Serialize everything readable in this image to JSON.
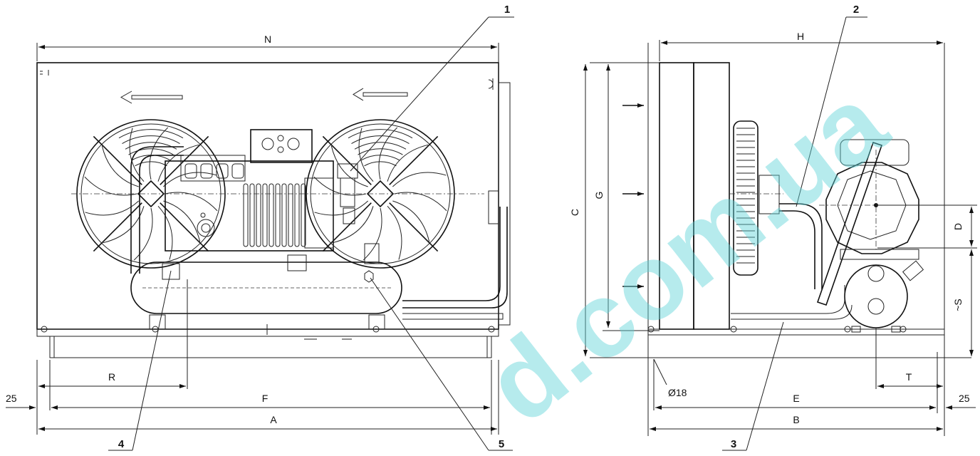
{
  "dimensions": {
    "front": {
      "N": "N",
      "R": "R",
      "F": "F",
      "A": "A",
      "edge_left": "25"
    },
    "side": {
      "H": "H",
      "C": "C",
      "G": "G",
      "D": "D",
      "S": "~S",
      "T": "T",
      "E": "E",
      "B": "B",
      "edge_right": "25",
      "hole": "Ø18"
    }
  },
  "callouts": [
    "1",
    "2",
    "3",
    "4",
    "5"
  ],
  "watermark": "d.com.ua",
  "colors": {
    "line": "#111111",
    "watermark": "#5fd3d8"
  },
  "icons": [
    "airflow-arrow-icon",
    "fan-icon",
    "compressor-icon",
    "receiver-icon",
    "condenser-coil-icon"
  ]
}
